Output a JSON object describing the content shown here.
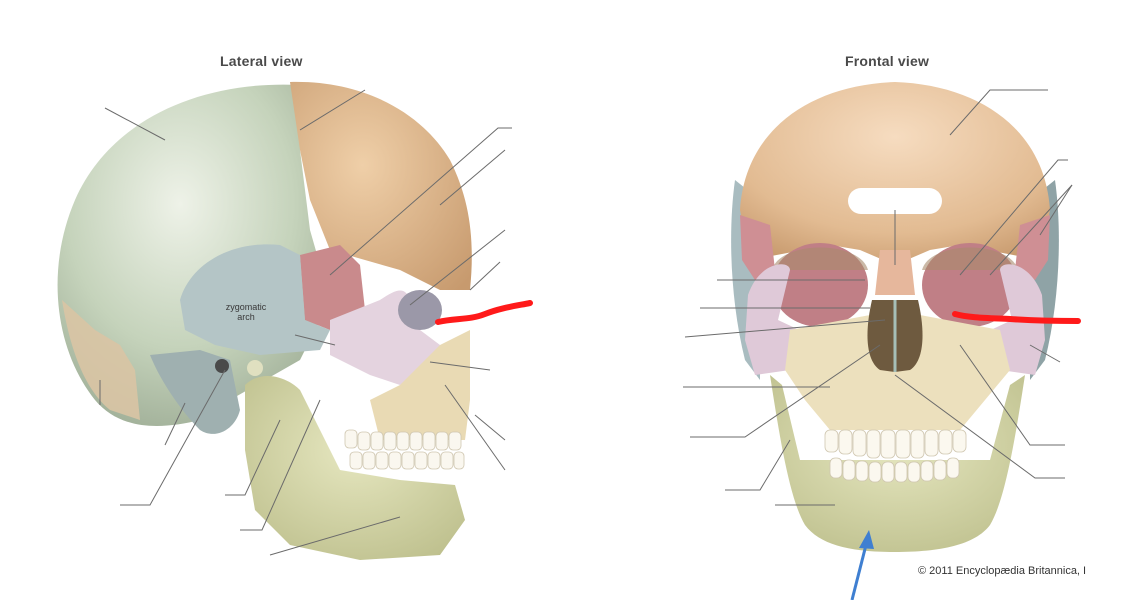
{
  "figure": {
    "panels": [
      {
        "id": "lateral",
        "title": "Lateral view",
        "inline_labels": [
          {
            "text_line1": "zygomatic",
            "text_line2": "arch"
          }
        ],
        "blank_leader_lines": 16,
        "annotation": {
          "type": "red-marker-line",
          "color": "#ff0000",
          "points_to": "lacrimal region near orbit"
        }
      },
      {
        "id": "frontal",
        "title": "Frontal view",
        "blank_leader_lines": 14,
        "annotation": {
          "type": "red-marker-line",
          "color": "#ff0000",
          "points_to": "inferior orbital rim"
        },
        "arrow": {
          "type": "blue-arrow",
          "color": "#3f7fd1",
          "points_to": "mandible (chin)"
        }
      }
    ],
    "copyright": "© 2011 Encyclopædia Britannica, I"
  },
  "colors": {
    "parietal": "#c9d6c0",
    "frontal": "#dcb48a",
    "sphenoid": "#c98a8c",
    "temporal": "#aebfc0",
    "zygomatic": "#e0cfdc",
    "maxilla": "#e8d9b2",
    "mandible": "#cfd29c",
    "occipital": "#d8c3a6",
    "nasal": "#e3b39a",
    "red_mark": "#ff0000",
    "blue_arrow": "#3f7fd1",
    "leader_line": "#6b6b6b"
  }
}
